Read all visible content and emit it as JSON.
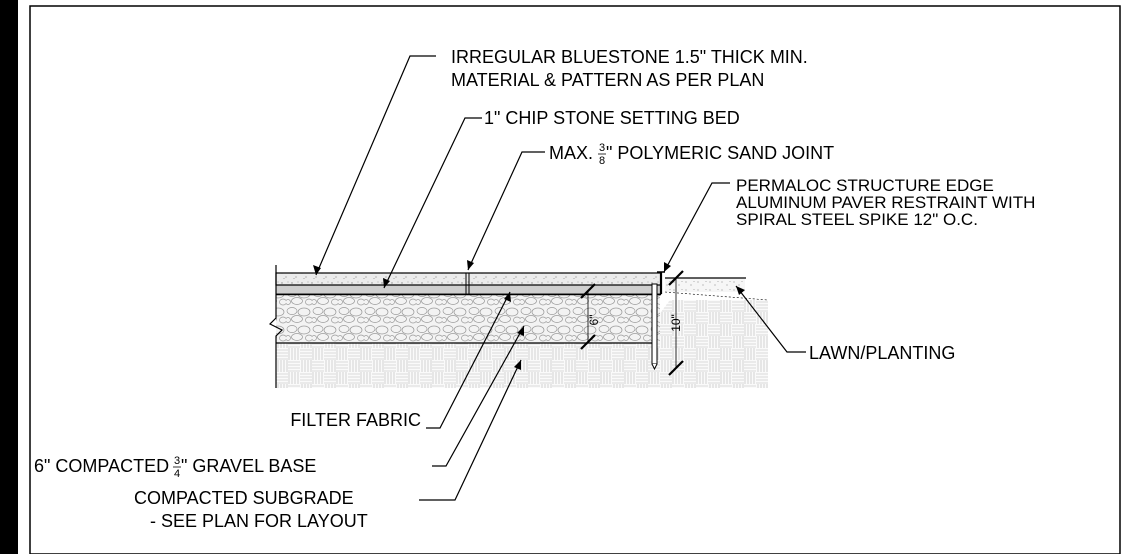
{
  "labels": {
    "bluestone_1": "IRREGULAR BLUESTONE 1.5\" THICK MIN.",
    "bluestone_2": "MATERIAL & PATTERN AS PER PLAN",
    "chip_stone": "1\" CHIP STONE SETTING BED",
    "sand_joint_pre": "MAX.",
    "sand_joint_num": "3",
    "sand_joint_den": "8",
    "sand_joint_post": "\" POLYMERIC SAND JOINT",
    "edge_1": "PERMALOC STRUCTURE EDGE",
    "edge_2": "ALUMINUM PAVER RESTRAINT WITH",
    "edge_3": "SPIRAL STEEL SPIKE 12\" O.C.",
    "lawn": "LAWN/PLANTING",
    "filter_fabric": "FILTER FABRIC",
    "gravel_pre": "6\" COMPACTED",
    "gravel_num": "3",
    "gravel_den": "4",
    "gravel_post": "\" GRAVEL BASE",
    "subgrade_1": "COMPACTED SUBGRADE",
    "subgrade_2": "- SEE PLAN FOR LAYOUT"
  },
  "dimensions": {
    "base_depth": "6\"",
    "spike_depth": "10\""
  },
  "colors": {
    "ink": "#000000",
    "paving": "#e6e6e6",
    "setting_bed": "#cfcfcf",
    "gravel": "#f2f2f2",
    "subgrade": "#f7f7f7",
    "frame_left": "#000000"
  }
}
